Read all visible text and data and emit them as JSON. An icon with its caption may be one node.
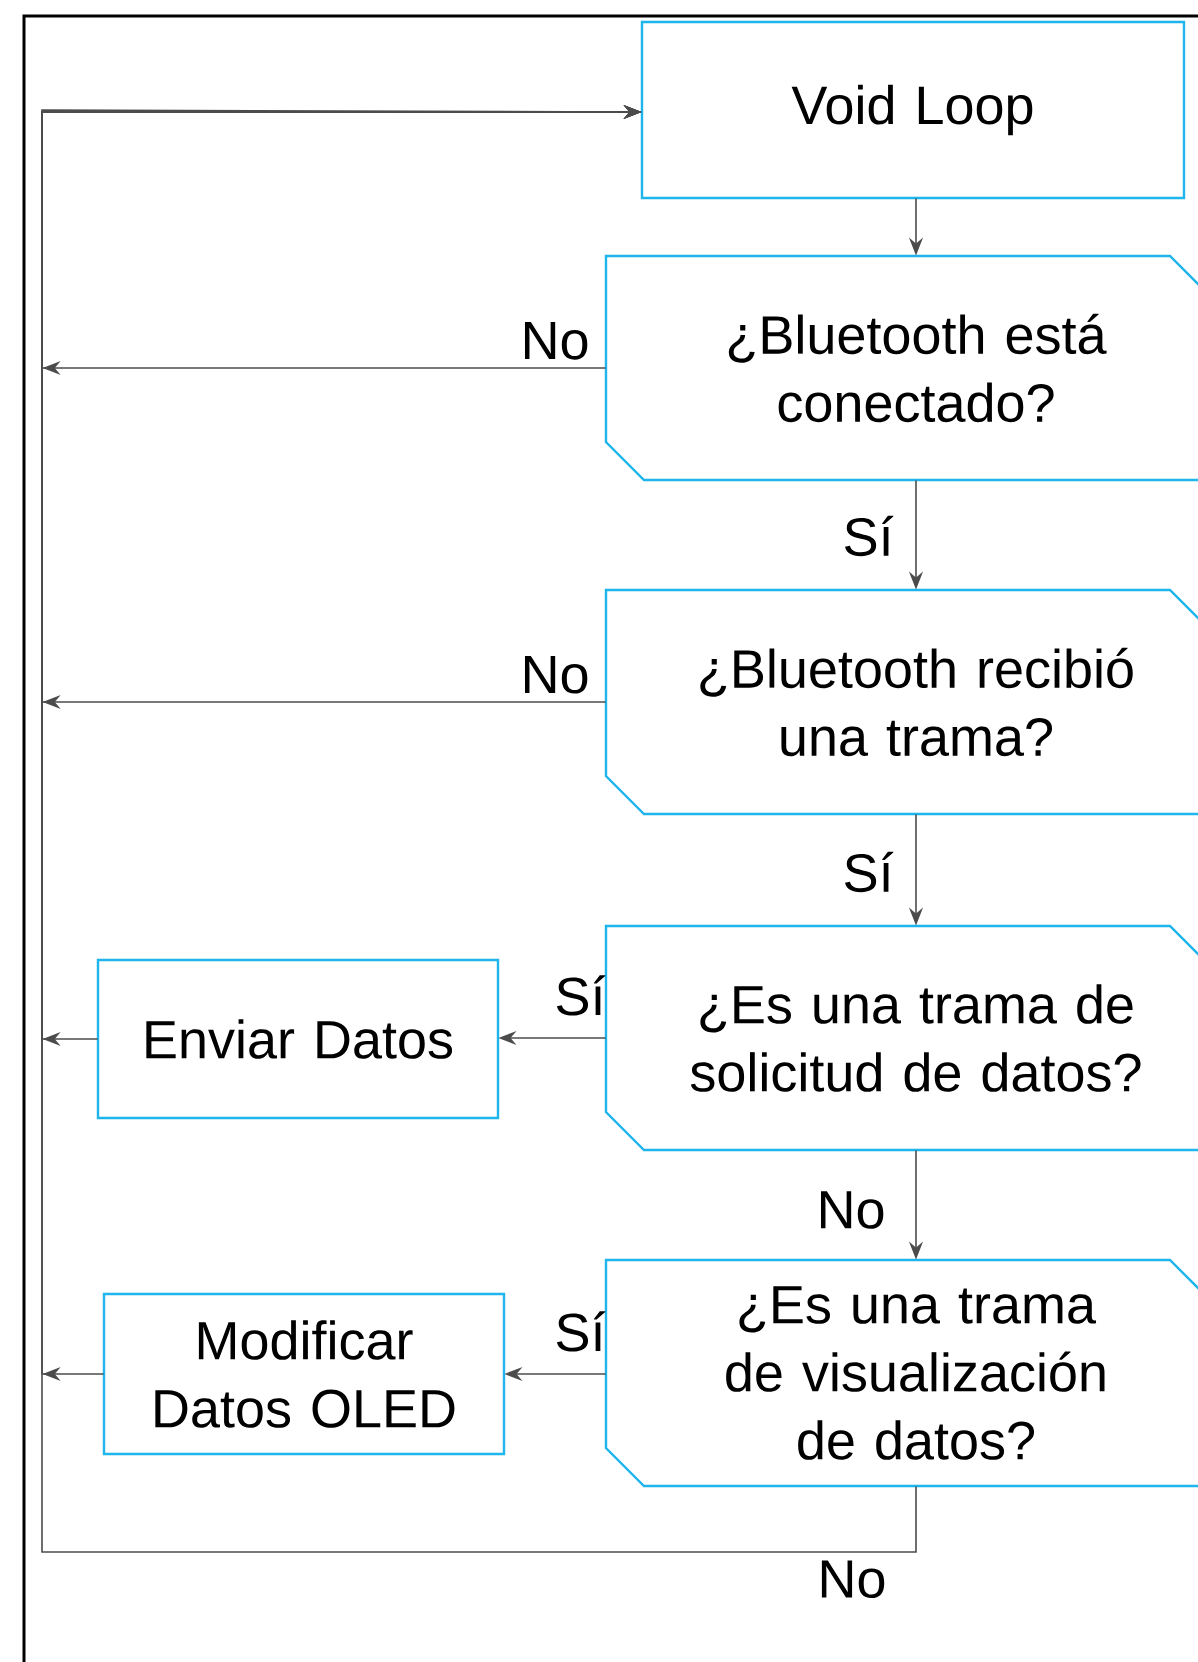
{
  "diagram": {
    "nodes": [
      {
        "text": [
          "Void Loop"
        ]
      },
      {
        "text": [
          "¿Bluetooth está conectado?"
        ]
      },
      {
        "text": [
          "¿Bluetooth recibió una trama?"
        ]
      },
      {
        "text": [
          "¿Es una trama de solicitud de datos?"
        ]
      },
      {
        "text": [
          "¿Es una trama de visualización de datos?"
        ]
      },
      {
        "text": [
          "Enviar Datos"
        ]
      },
      {
        "text": [
          "Modificar Datos OLED"
        ]
      }
    ],
    "edges": [
      {
        "from": 0,
        "to": 1,
        "arrow": "to"
      },
      {
        "from": 1,
        "to": 2,
        "arrow": "to",
        "label": "Sí"
      },
      {
        "from": 2,
        "to": 3,
        "arrow": "to",
        "label": "Sí"
      },
      {
        "from": 3,
        "to": 4,
        "arrow": "to",
        "label": "No"
      },
      {
        "from": 3,
        "to": 5,
        "arrow": "to",
        "label": "Sí"
      },
      {
        "from": 4,
        "to": 6,
        "arrow": "to",
        "label": "Sí"
      },
      {
        "from": 1,
        "to": 0,
        "arrow": "to",
        "label": "No"
      },
      {
        "from": 2,
        "to": 0,
        "arrow": "to",
        "label": "No"
      },
      {
        "from": 5,
        "to": 0,
        "arrow": "to"
      },
      {
        "from": 6,
        "to": 0,
        "arrow": "to"
      },
      {
        "from": 4,
        "to": 0,
        "arrow": "to",
        "label": "No"
      }
    ]
  }
}
